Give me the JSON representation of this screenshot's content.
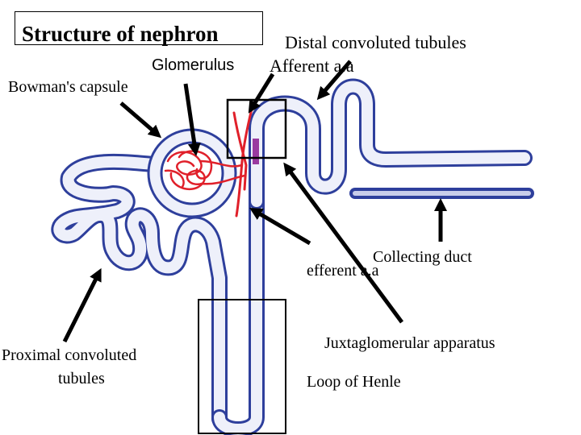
{
  "title": "Structure of nephron",
  "labels": {
    "distal_convoluted_tubules": "Distal convoluted tubules",
    "afferent_aa": "Afferent a.a",
    "glomerulus": "Glomerulus",
    "bowmans_capsule": "Bowman's capsule",
    "collecting_duct": "Collecting duct",
    "efferent_aa": "efferent a.a",
    "proximal_convoluted_tubules_line1": "Proximal convoluted",
    "proximal_convoluted_tubules_line2": "tubules",
    "juxtaglomerular_apparatus": "Juxtaglomerular apparatus",
    "loop_of_henle": "Loop of Henle"
  },
  "colors": {
    "tubule_outline": "#2e3f9c",
    "tubule_fill": "#eef0fa",
    "blood_vessel": "#e0202a",
    "juxtaglomerular_marker": "#9a3aa0",
    "arrow": "#000000"
  }
}
